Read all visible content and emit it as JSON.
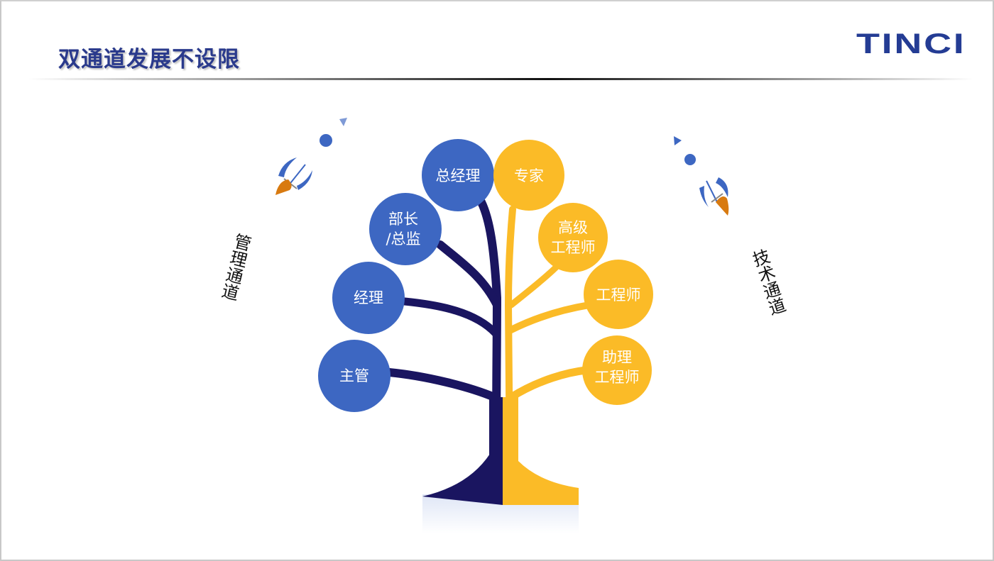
{
  "header": {
    "title": "双通道发展不设限",
    "logo": "TINCI"
  },
  "colors": {
    "management": "#3d67c2",
    "technical": "#fbbb27",
    "trunk_dark": "#1a1560",
    "title": "#2a3a8c",
    "rocket_flame": "#d87a10"
  },
  "channels": {
    "management": "管理通道",
    "technical": "技术通道"
  },
  "management_levels": [
    {
      "line1": "主管",
      "line2": ""
    },
    {
      "line1": "经理",
      "line2": ""
    },
    {
      "line1": "部长",
      "line2": "/总监"
    },
    {
      "line1": "总经理",
      "line2": ""
    }
  ],
  "technical_levels": [
    {
      "line1": "助理",
      "line2": "工程师"
    },
    {
      "line1": "工程师",
      "line2": ""
    },
    {
      "line1": "高级",
      "line2": "工程师"
    },
    {
      "line1": "专家",
      "line2": ""
    }
  ]
}
